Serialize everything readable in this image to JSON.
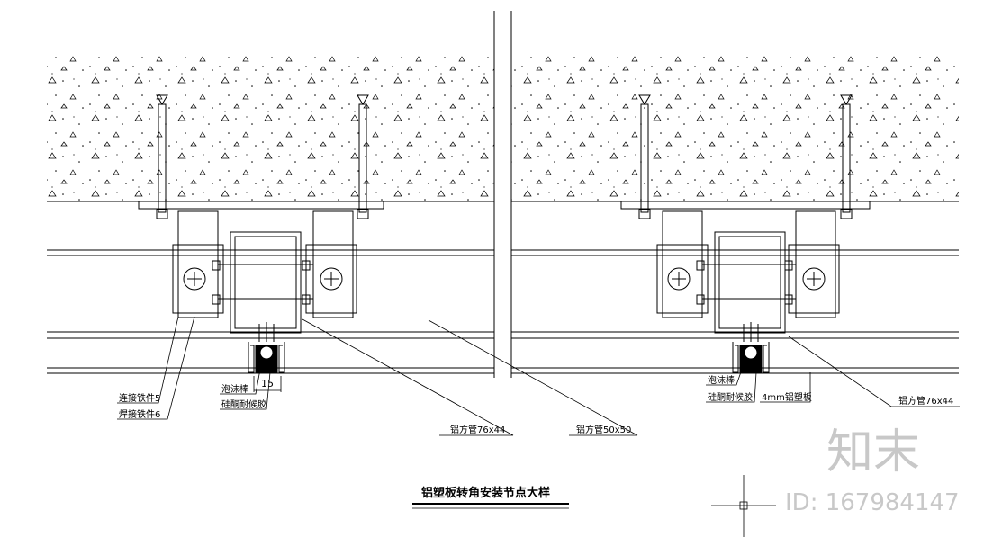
{
  "title": "铝塑板转角安装节点大样",
  "left_detail": {
    "dimension": "15",
    "labels": {
      "connector_5": "连接铁件5",
      "weld_6": "焊接铁件6",
      "foam_rod": "泡沫棒",
      "sealant": "硅酮耐候胶",
      "tube_76x44": "铝方管76x44",
      "tube_50x50": "铝方管50x50"
    }
  },
  "right_detail": {
    "labels": {
      "foam_rod": "泡沫棒",
      "sealant": "硅酮耐候胶",
      "panel": "4mm铝塑板",
      "tube_76x44": "铝方管76x44"
    }
  },
  "watermark": {
    "brand": "知末",
    "id_text": "ID: 167984147"
  }
}
